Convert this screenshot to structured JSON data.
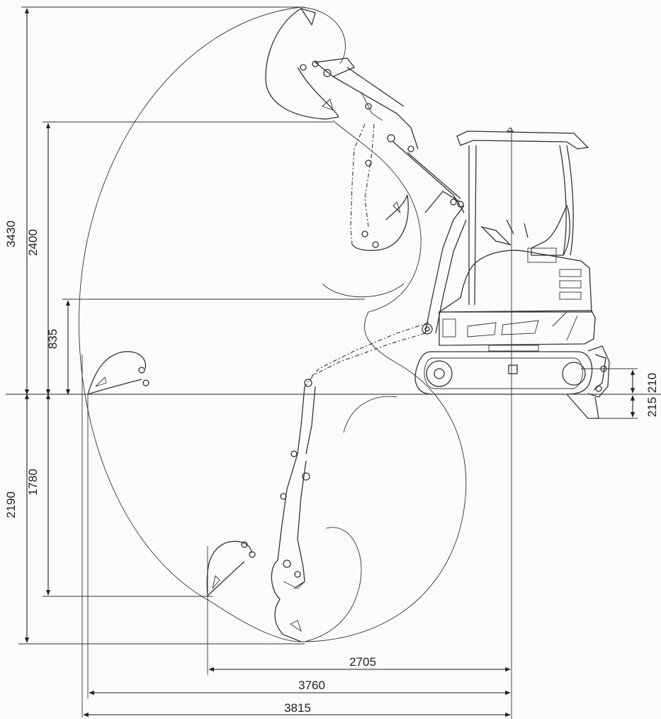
{
  "colors": {
    "line": "#222222",
    "background": "#fbfbfb",
    "body_red": "#c8332c",
    "track_grey": "#8a8a82"
  },
  "dimensions": {
    "max_reach_height": "3430",
    "max_dump_height": "2400",
    "vertical_wall_depth_height": "835",
    "max_digging_depth": "2190",
    "vertical_digging_depth": "1780",
    "blade_lift": "210",
    "blade_drop": "215",
    "min_swing_radius_reach": "2705",
    "max_reach_ground": "3760",
    "max_reach": "3815"
  }
}
